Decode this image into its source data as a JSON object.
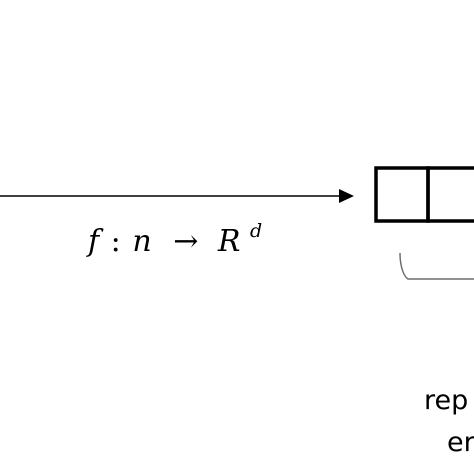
{
  "mapping": {
    "function": "f",
    "colon": ":",
    "domain": "n",
    "arrow": "→",
    "codomain": "R",
    "exponent": "d"
  },
  "caption": {
    "line1": "rep",
    "line2": "er"
  },
  "colors": {
    "ink": "#000000",
    "bracket": "#6f6f6f",
    "background": "#ffffff"
  }
}
